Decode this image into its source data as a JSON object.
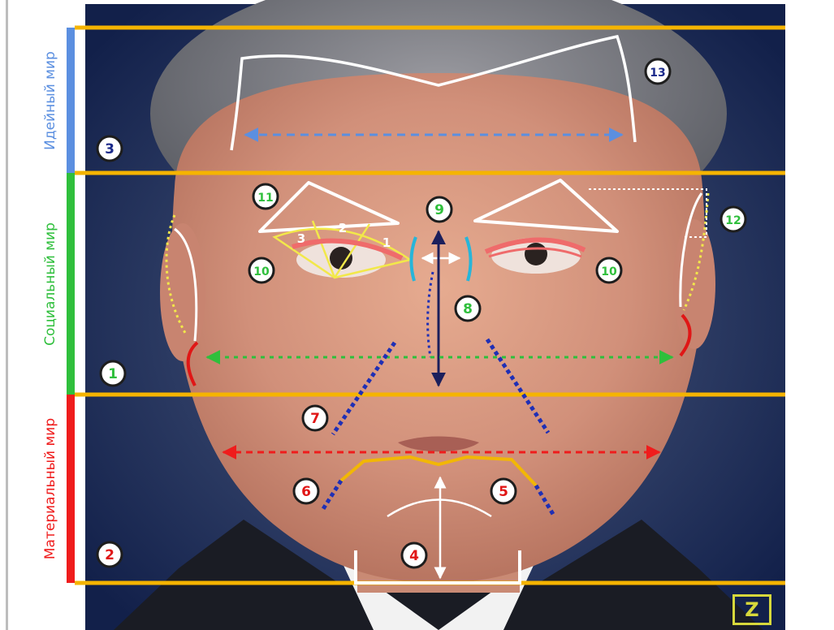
{
  "zones": [
    {
      "key": "ideas",
      "label": "Идейный мир",
      "color": "#5b8fe0"
    },
    {
      "key": "social",
      "label": "Социальный мир",
      "color": "#2fbf3c"
    },
    {
      "key": "material",
      "label": "Материальный мир",
      "color": "#ef1c1c"
    }
  ],
  "markers": [
    {
      "label": "1",
      "style": "green"
    },
    {
      "label": "2",
      "style": "red"
    },
    {
      "label": "3",
      "style": "blue"
    },
    {
      "label": "4",
      "style": "red"
    },
    {
      "label": "5",
      "style": "red"
    },
    {
      "label": "6",
      "style": "red"
    },
    {
      "label": "7",
      "style": "red"
    },
    {
      "label": "8",
      "style": "green"
    },
    {
      "label": "9",
      "style": "green"
    },
    {
      "label": "10",
      "style": "green"
    },
    {
      "label": "10",
      "style": "green"
    },
    {
      "label": "11",
      "style": "green"
    },
    {
      "label": "12",
      "style": "green"
    },
    {
      "label": "13",
      "style": "blue"
    }
  ],
  "eye_segments": [
    "1",
    "2",
    "3"
  ],
  "logo_text": "Z",
  "colors": {
    "guide_line": "#f5b400",
    "ideas": "#5b8fe0",
    "social": "#2fbf3c",
    "material": "#ef1c1c",
    "dotted_blue": "#1f2fb5",
    "eye_sector": "#f2e84a",
    "eye_arc": "#ef6b6b",
    "nose_bracket": "#27b5d9",
    "mouth_line": "#f2b705",
    "logo": "#d7d83b"
  }
}
